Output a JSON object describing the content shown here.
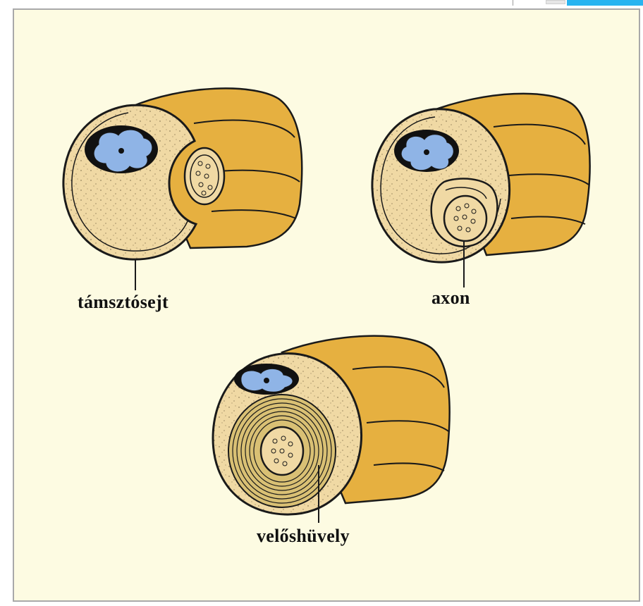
{
  "labels": {
    "schwann_cell": "támsztósejt",
    "axon": "axon",
    "myelin_sheath": "velőshüvely"
  },
  "colors": {
    "background": "#fdfbe2",
    "outer_sheath": "#e6b040",
    "cytoplasm": "#f0d9a4",
    "nucleus": "#8fb4e6",
    "outline": "#1a1a1a",
    "ui_accent": "#28b4f0"
  }
}
